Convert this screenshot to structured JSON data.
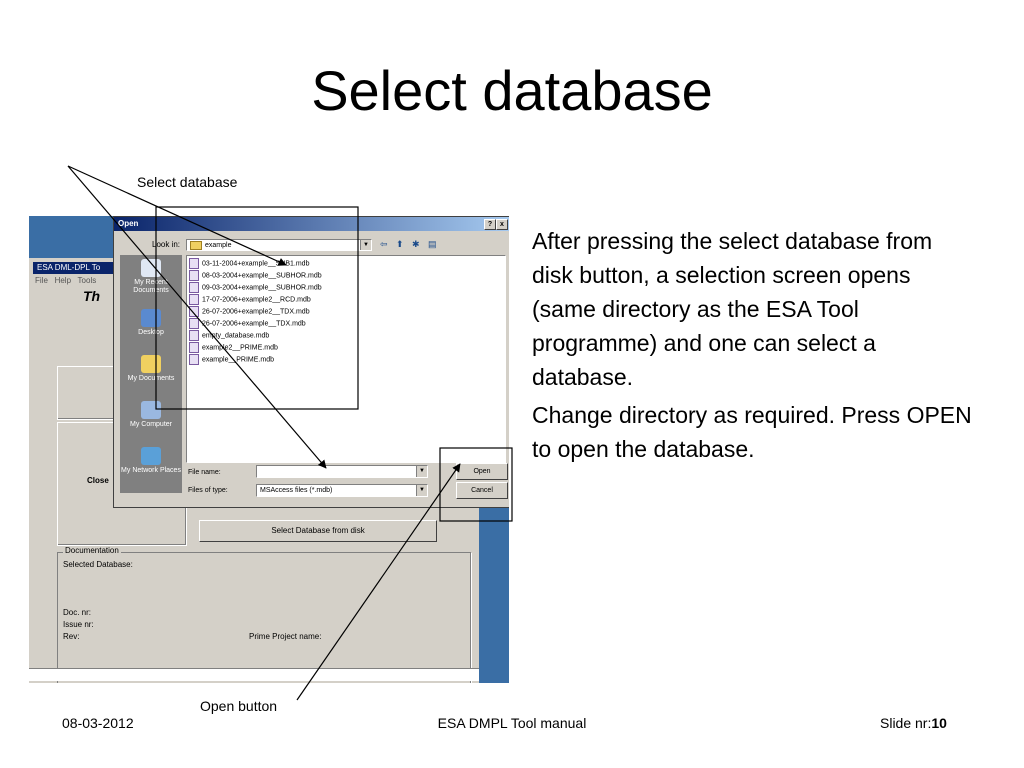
{
  "slide": {
    "title": "Select database",
    "annotation_select": "Select database",
    "annotation_open": "Open button",
    "paragraphs": [
      "After pressing the select database from disk button, a selection screen opens (same directory as the ESA Tool programme) and one can select a database.",
      "Change directory as required. Press OPEN to open the database."
    ],
    "footer": {
      "date": "08-03-2012",
      "center": "ESA DMPL Tool manual",
      "slide_label": "Slide nr:",
      "slide_number": "10"
    }
  },
  "app": {
    "title": "ESA DML-DPL To",
    "menu": [
      "File",
      "Help",
      "Tools"
    ],
    "logo": "Th",
    "close_label": "Close",
    "select_db_button": "Select Database from disk",
    "documentation": {
      "legend": "Documentation",
      "selected_database_label": "Selected Database:",
      "doc_nr_label": "Doc. nr:",
      "issue_nr_label": "Issue nr:",
      "rev_label": "Rev:",
      "prime_project_label": "Prime Project name:"
    }
  },
  "dialog": {
    "title": "Open",
    "help_btn": "?",
    "close_btn": "x",
    "look_in_label": "Look in:",
    "look_in_value": "example",
    "places": [
      "My Recent Documents",
      "Desktop",
      "My Documents",
      "My Computer",
      "My Network Places"
    ],
    "files": [
      "03-11-2004+example__SUB1.mdb",
      "08-03-2004+example__SUBHOR.mdb",
      "09-03-2004+example__SUBHOR.mdb",
      "17-07-2006+example2__RCD.mdb",
      "26-07-2006+example2__TDX.mdb",
      "26-07-2006+example__TDX.mdb",
      "empty_database.mdb",
      "example2__PRIME.mdb",
      "example__PRIME.mdb"
    ],
    "file_name_label": "File name:",
    "file_name_value": "",
    "files_of_type_label": "Files of type:",
    "files_of_type_value": "MSAccess files (*.mdb)",
    "open_button": "Open",
    "cancel_button": "Cancel"
  },
  "icons": {
    "back": "back-arrow-icon",
    "up": "up-folder-icon",
    "new_folder": "new-folder-icon",
    "views": "views-menu-icon"
  }
}
